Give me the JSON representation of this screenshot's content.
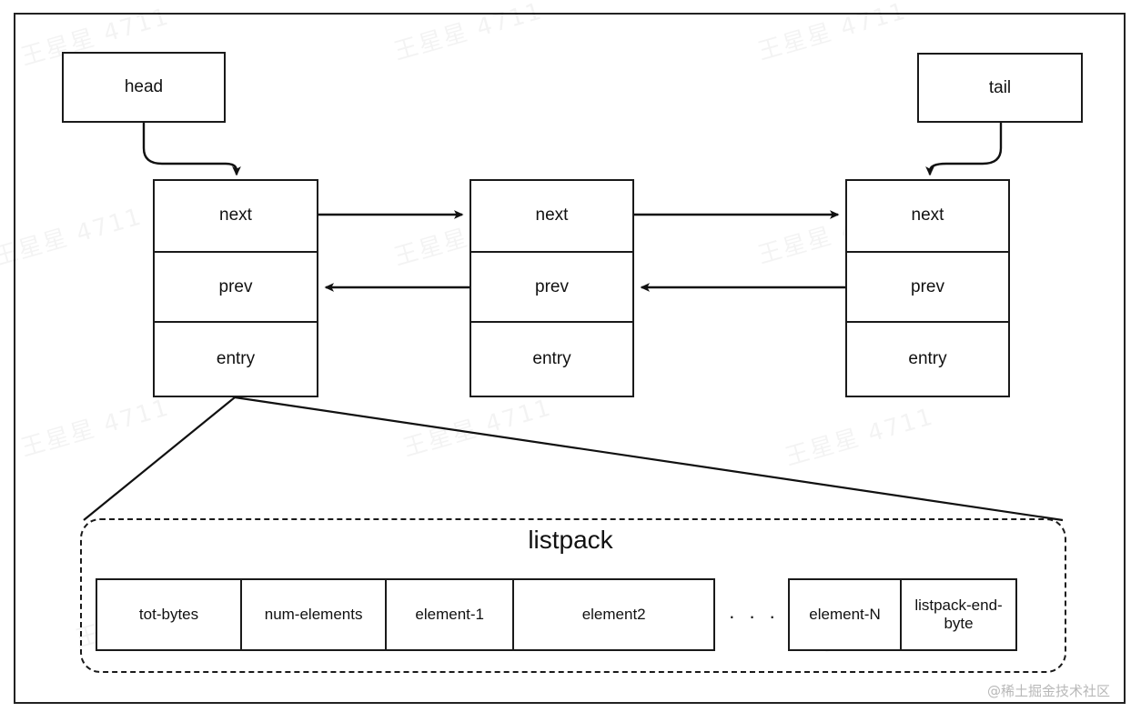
{
  "diagram": {
    "title": "quicklist-with-listpack-structure",
    "pointers": [
      {
        "label": "head"
      },
      {
        "label": "tail"
      }
    ],
    "nodes": [
      {
        "cells": [
          "next",
          "prev",
          "entry"
        ]
      },
      {
        "cells": [
          "next",
          "prev",
          "entry"
        ]
      },
      {
        "cells": [
          "next",
          "prev",
          "entry"
        ]
      }
    ],
    "listpack": {
      "title": "listpack",
      "left_cells": [
        "tot-bytes",
        "num-elements",
        "element-1",
        "element2"
      ],
      "ellipsis": ". . .",
      "right_cells": [
        "element-N",
        "listpack-end-byte"
      ]
    },
    "watermarks": {
      "tile_text": "王星星 4711",
      "credit": "@稀土掘金技术社区"
    },
    "colors": {
      "stroke": "#1a1a1a",
      "text": "#111111",
      "background": "#ffffff",
      "credit": "#b8b8b8"
    }
  }
}
